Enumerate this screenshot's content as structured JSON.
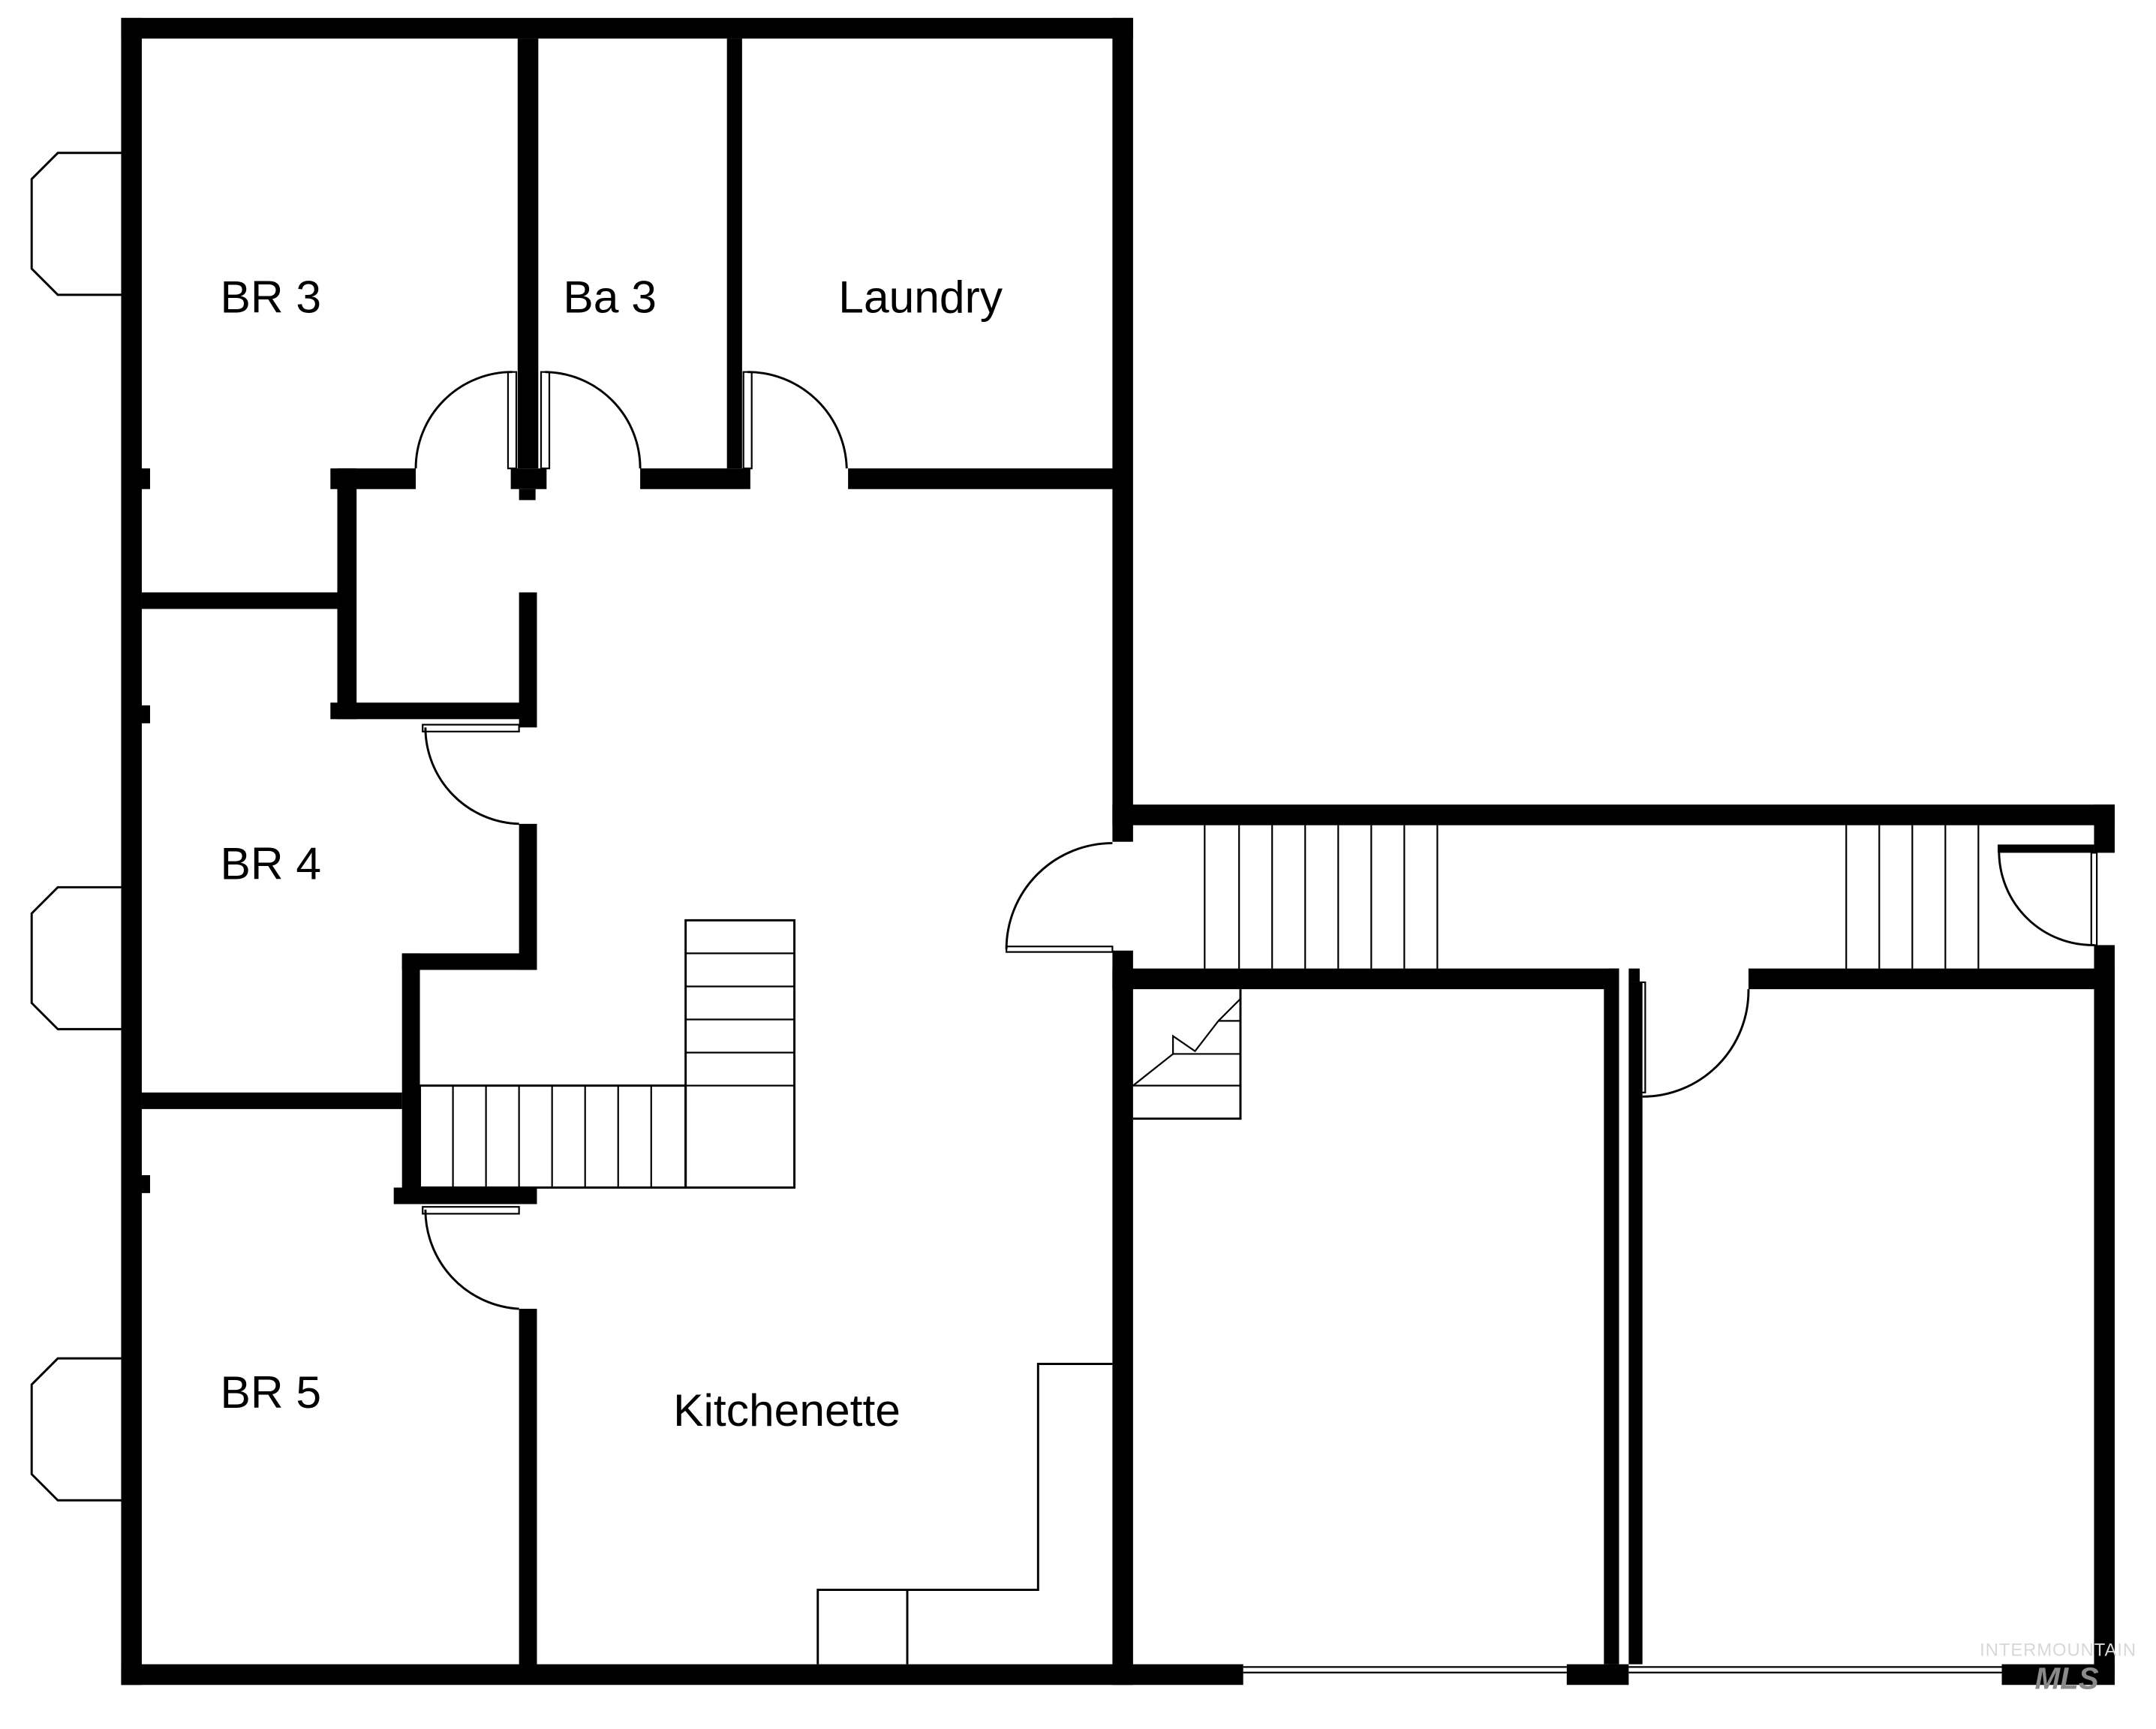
{
  "floor_plan": {
    "rooms": [
      {
        "id": "br3",
        "label": "BR 3"
      },
      {
        "id": "ba3",
        "label": "Ba 3"
      },
      {
        "id": "laundry",
        "label": "Laundry"
      },
      {
        "id": "br4",
        "label": "BR 4"
      },
      {
        "id": "br5",
        "label": "BR 5"
      },
      {
        "id": "kitchenette",
        "label": "Kitchenette"
      }
    ],
    "wall_color": "#000000",
    "background_color": "#ffffff"
  },
  "watermark": {
    "line1": "INTERMOUNTAIN",
    "line2": "MLS"
  }
}
